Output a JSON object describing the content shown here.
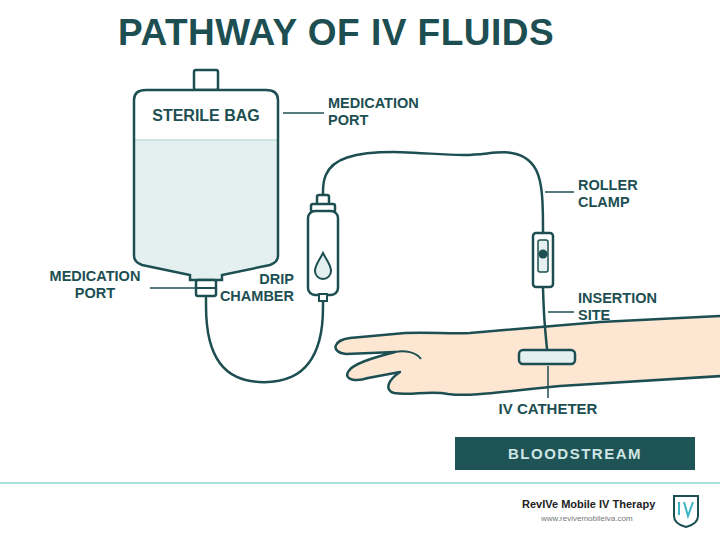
{
  "diagram": {
    "title": "PATHWAY OF IV FLUIDS",
    "nodes": [
      {
        "text": [
          "STERILE BAG"
        ]
      },
      {
        "text": [
          "DRIP CHAMBER"
        ]
      },
      {
        "text": [
          "ROLLER CLAMP"
        ]
      },
      {
        "text": [
          "IV CATHETER"
        ]
      },
      {
        "text": [
          "BLOODSTREAM"
        ]
      }
    ],
    "edges": [
      {
        "from": 0,
        "to": 1,
        "arrow": "none"
      },
      {
        "from": 1,
        "to": 2,
        "arrow": "none"
      },
      {
        "from": 2,
        "to": 3,
        "arrow": "none"
      }
    ],
    "labels": [
      "MEDICATION PORT",
      "MEDICATION PORT",
      "INSERTION SITE",
      "RevIVe Mobile IV Therapy",
      "www.revivemobileiva.com"
    ]
  }
}
